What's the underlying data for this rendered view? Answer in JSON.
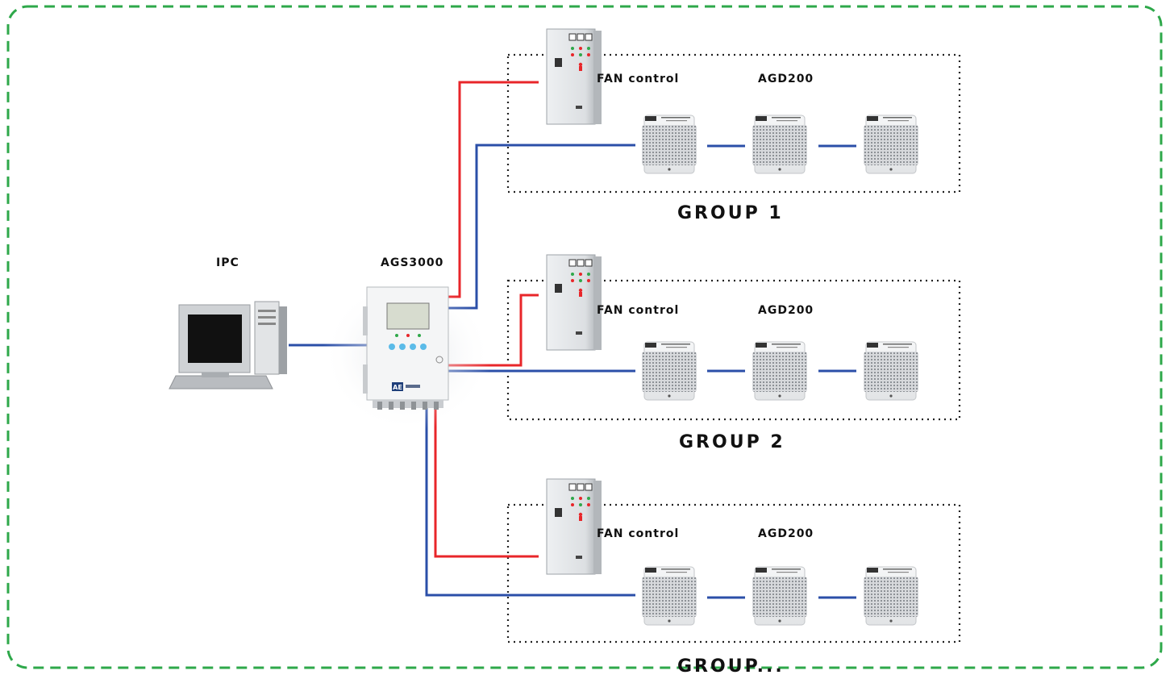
{
  "diagram": {
    "ipc_label": "IPC",
    "controller_label": "AGS3000",
    "brand_text": "AE",
    "groups": [
      {
        "fan_label": "FAN control",
        "sensor_label": "AGD200",
        "group_label": "GROUP 1"
      },
      {
        "fan_label": "FAN control",
        "sensor_label": "AGD200",
        "group_label": "GROUP 2"
      },
      {
        "fan_label": "FAN control",
        "sensor_label": "AGD200",
        "group_label": "GROUP..."
      }
    ],
    "colors": {
      "power_line": "#e8262a",
      "signal_line": "#2b4fa8",
      "frame": "#2ea84a",
      "group_box": "#222222"
    }
  }
}
